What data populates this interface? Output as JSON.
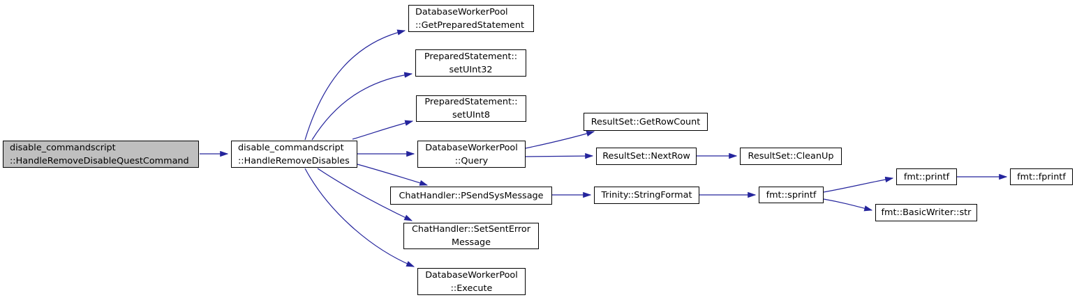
{
  "diagram": {
    "type": "call-graph",
    "nodes": [
      {
        "id": "disable_commandscript::HandleRemoveDisableQuestCommand",
        "label": "disable_commandscript\n::HandleRemoveDisableQuestCommand",
        "highlighted": true
      },
      {
        "id": "disable_commandscript::HandleRemoveDisables",
        "label": "disable_commandscript\n::HandleRemoveDisables",
        "highlighted": false
      },
      {
        "id": "DatabaseWorkerPool::GetPreparedStatement",
        "label": "DatabaseWorkerPool\n::GetPreparedStatement",
        "highlighted": false
      },
      {
        "id": "PreparedStatement::setUInt32",
        "label": "PreparedStatement::\nsetUInt32",
        "highlighted": false
      },
      {
        "id": "PreparedStatement::setUInt8",
        "label": "PreparedStatement::\nsetUInt8",
        "highlighted": false
      },
      {
        "id": "DatabaseWorkerPool::Query",
        "label": "DatabaseWorkerPool\n::Query",
        "highlighted": false
      },
      {
        "id": "ChatHandler::PSendSysMessage",
        "label": "ChatHandler::PSendSysMessage",
        "highlighted": false
      },
      {
        "id": "ChatHandler::SetSentErrorMessage",
        "label": "ChatHandler::SetSentError\nMessage",
        "highlighted": false
      },
      {
        "id": "DatabaseWorkerPool::Execute",
        "label": "DatabaseWorkerPool\n::Execute",
        "highlighted": false
      },
      {
        "id": "ResultSet::GetRowCount",
        "label": "ResultSet::GetRowCount",
        "highlighted": false
      },
      {
        "id": "ResultSet::NextRow",
        "label": "ResultSet::NextRow",
        "highlighted": false
      },
      {
        "id": "ResultSet::CleanUp",
        "label": "ResultSet::CleanUp",
        "highlighted": false
      },
      {
        "id": "Trinity::StringFormat",
        "label": "Trinity::StringFormat",
        "highlighted": false
      },
      {
        "id": "fmt::sprintf",
        "label": "fmt::sprintf",
        "highlighted": false
      },
      {
        "id": "fmt::printf",
        "label": "fmt::printf",
        "highlighted": false
      },
      {
        "id": "fmt::fprintf",
        "label": "fmt::fprintf",
        "highlighted": false
      },
      {
        "id": "fmt::BasicWriter::str",
        "label": "fmt::BasicWriter::str",
        "highlighted": false
      }
    ],
    "edges": [
      {
        "from": "disable_commandscript::HandleRemoveDisableQuestCommand",
        "to": "disable_commandscript::HandleRemoveDisables"
      },
      {
        "from": "disable_commandscript::HandleRemoveDisables",
        "to": "DatabaseWorkerPool::GetPreparedStatement"
      },
      {
        "from": "disable_commandscript::HandleRemoveDisables",
        "to": "PreparedStatement::setUInt32"
      },
      {
        "from": "disable_commandscript::HandleRemoveDisables",
        "to": "PreparedStatement::setUInt8"
      },
      {
        "from": "disable_commandscript::HandleRemoveDisables",
        "to": "DatabaseWorkerPool::Query"
      },
      {
        "from": "disable_commandscript::HandleRemoveDisables",
        "to": "ChatHandler::PSendSysMessage"
      },
      {
        "from": "disable_commandscript::HandleRemoveDisables",
        "to": "ChatHandler::SetSentErrorMessage"
      },
      {
        "from": "disable_commandscript::HandleRemoveDisables",
        "to": "DatabaseWorkerPool::Execute"
      },
      {
        "from": "DatabaseWorkerPool::Query",
        "to": "ResultSet::GetRowCount"
      },
      {
        "from": "DatabaseWorkerPool::Query",
        "to": "ResultSet::NextRow"
      },
      {
        "from": "ResultSet::NextRow",
        "to": "ResultSet::CleanUp"
      },
      {
        "from": "ChatHandler::PSendSysMessage",
        "to": "Trinity::StringFormat"
      },
      {
        "from": "Trinity::StringFormat",
        "to": "fmt::sprintf"
      },
      {
        "from": "fmt::sprintf",
        "to": "fmt::printf"
      },
      {
        "from": "fmt::sprintf",
        "to": "fmt::BasicWriter::str"
      },
      {
        "from": "fmt::printf",
        "to": "fmt::fprintf"
      }
    ]
  },
  "colors": {
    "edge_color": "#24249c",
    "node_border": "#000000",
    "node_fill": "#ffffff",
    "highlight_fill": "#bfbfbf",
    "text_color": "#000000",
    "background": "#ffffff"
  }
}
